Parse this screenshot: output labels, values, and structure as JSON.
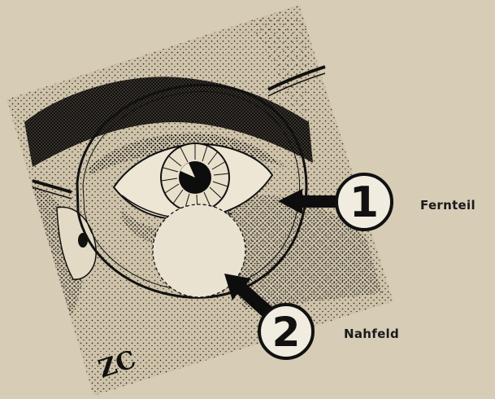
{
  "callouts": [
    {
      "number": "1",
      "label": "Fernteil"
    },
    {
      "number": "2",
      "label": "Nahfeld"
    }
  ],
  "monogram": "ZC",
  "colors": {
    "paper": "#d7ccb5",
    "ink": "#111111",
    "lens_tint": "#e9e2d1"
  },
  "icons": {
    "callout_arrow": "arrow-icon",
    "spectacle_frame": "glasses-icon"
  }
}
